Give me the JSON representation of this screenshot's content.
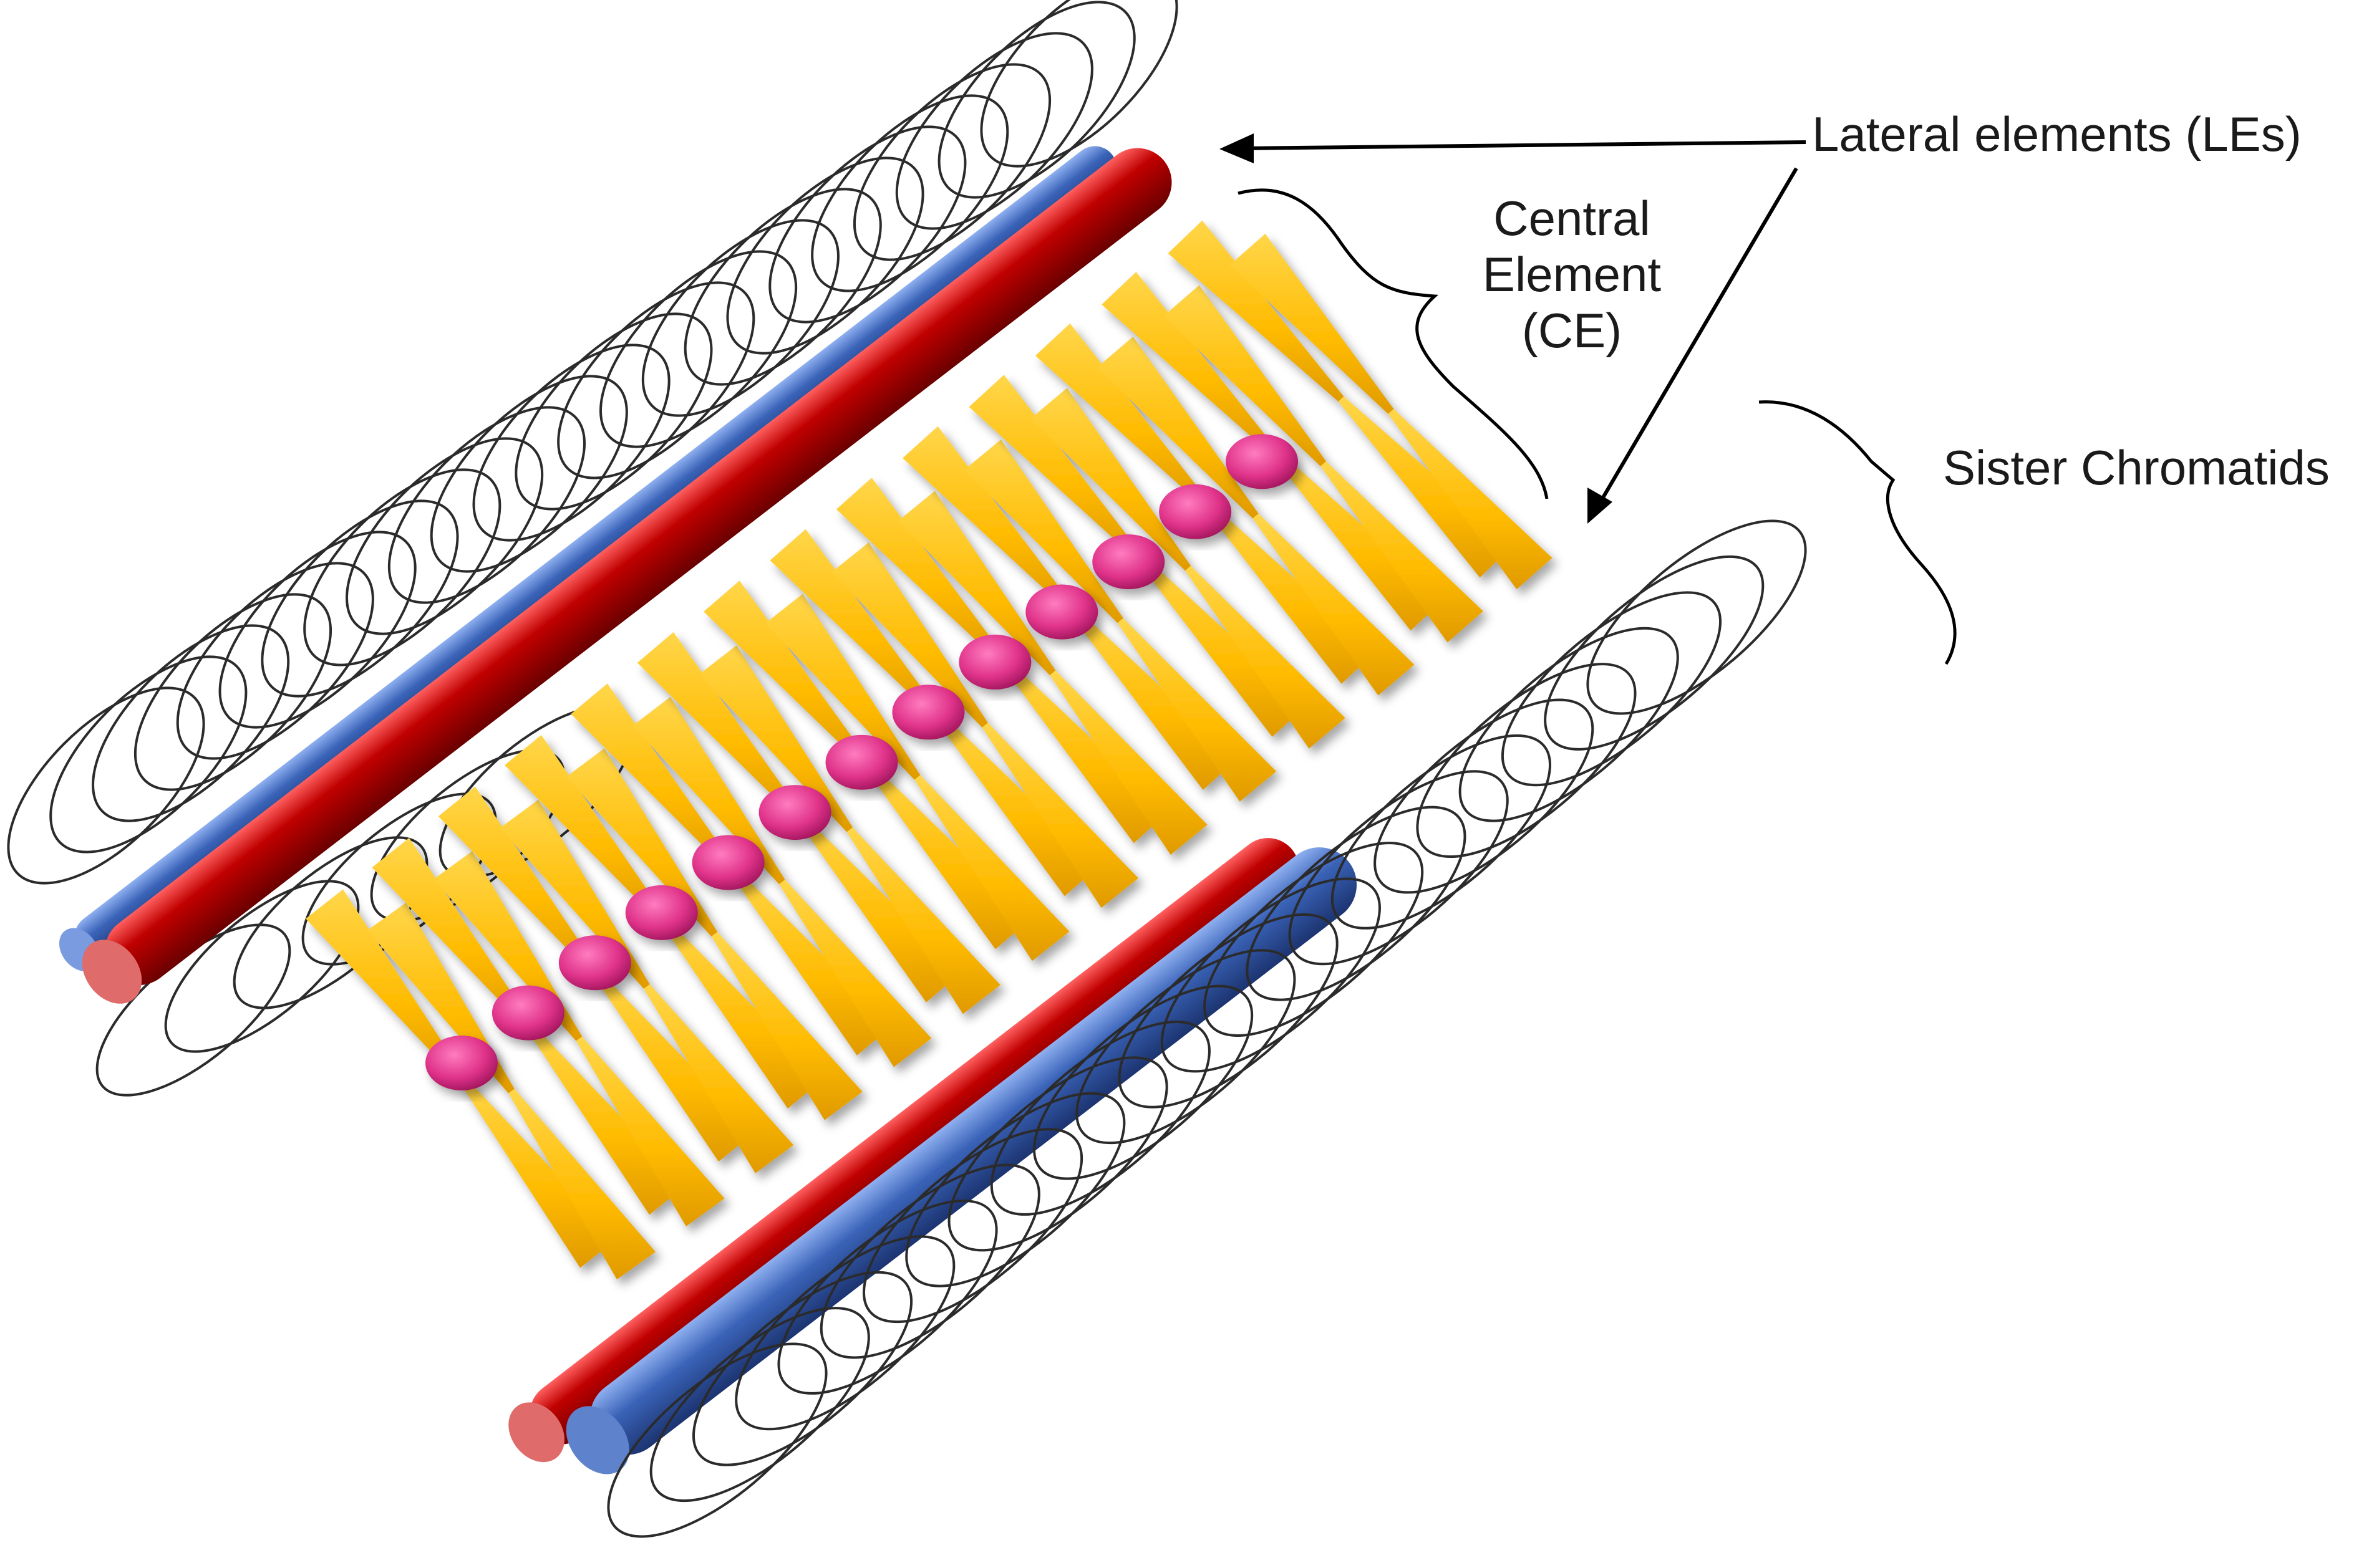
{
  "labels": {
    "lateral_elements": "Lateral elements (LEs)",
    "central_element_lines": [
      "Central",
      "Element",
      "(CE)"
    ],
    "sister_chromatids": "Sister Chromatids"
  },
  "colors": {
    "lateral_element_red": "#b30000",
    "lateral_element_blue": "#3a63b8",
    "transverse_filament": "#ffc000",
    "central_element_protein": "#e0338a",
    "chromatin_loop": "#2b2b2b",
    "annotation_line": "#000000"
  },
  "structure": {
    "transverse_filament_count": 14,
    "loops_per_chromatid_array": 24
  },
  "icons": {
    "arrow": "arrow-head",
    "bracket": "curly-brace"
  }
}
